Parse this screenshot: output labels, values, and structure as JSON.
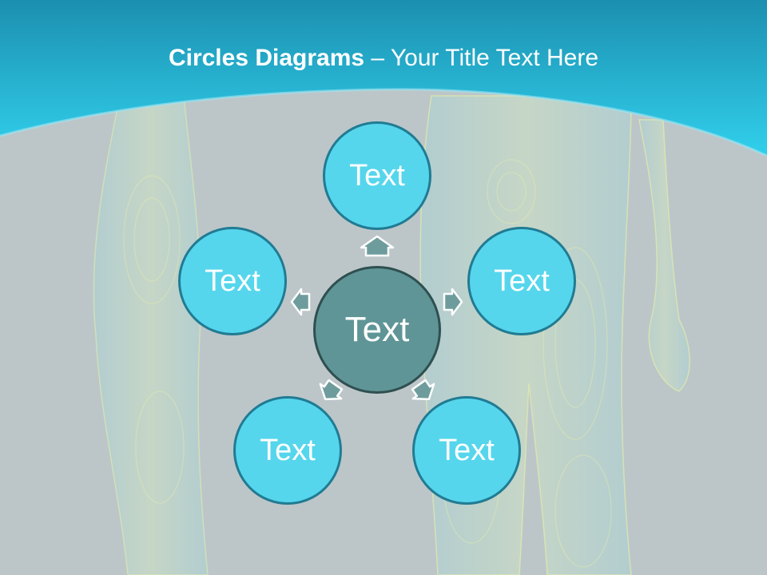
{
  "slide": {
    "title_bold": "Circles Diagrams",
    "title_sep": " – ",
    "title_rest": "Your Title Text Here"
  },
  "diagram": {
    "center_label": "Text",
    "nodes": [
      {
        "label": "Text"
      },
      {
        "label": "Text"
      },
      {
        "label": "Text"
      },
      {
        "label": "Text"
      },
      {
        "label": "Text"
      }
    ]
  },
  "colors": {
    "header": "#29c6e2",
    "node_fill": "#55d6ec",
    "node_border": "#217b93",
    "center_fill": "#5f9596",
    "center_border": "#2f4f50",
    "arrow": "#6e9c9d",
    "background": "#bcc6c9"
  }
}
